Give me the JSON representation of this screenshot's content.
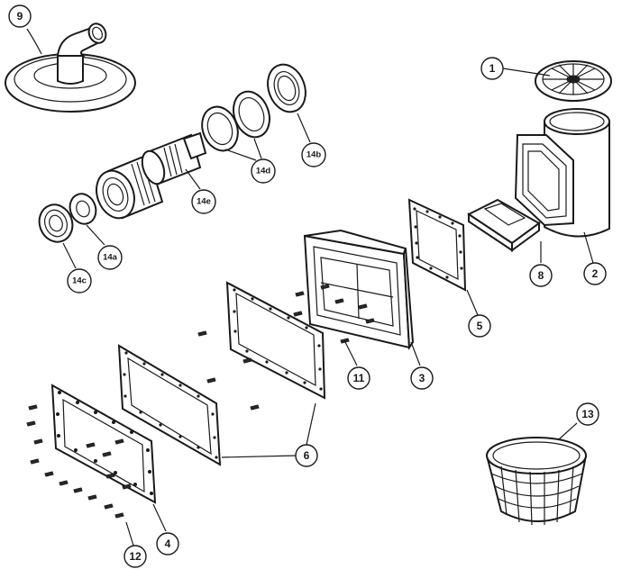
{
  "callouts": {
    "c1": "1",
    "c2": "2",
    "c3": "3",
    "c4": "4",
    "c5": "5",
    "c6": "6",
    "c8": "8",
    "c9": "9",
    "c11": "11",
    "c12": "12",
    "c13": "13",
    "c14a": "14a",
    "c14b": "14b",
    "c14c": "14c",
    "c14d": "14d",
    "c14e": "14e"
  }
}
